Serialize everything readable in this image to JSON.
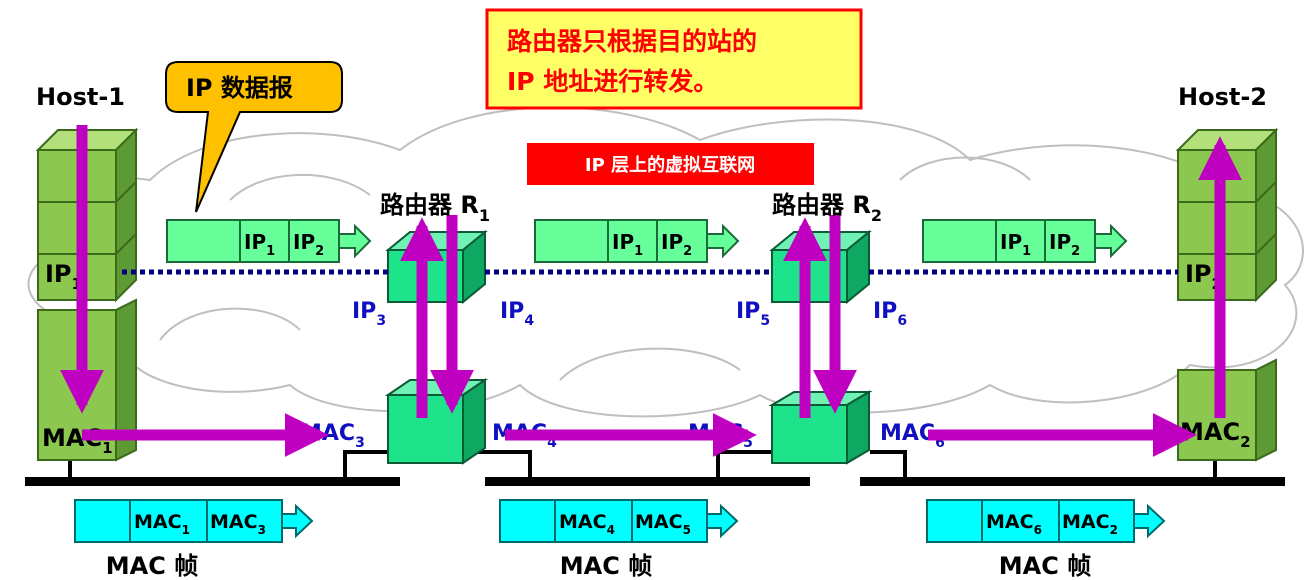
{
  "hosts": {
    "host1": "Host-1",
    "host2": "Host-2"
  },
  "callout": "IP 数据报",
  "note": {
    "line1": "路由器只根据目的站的",
    "line2": "IP 地址进行转发。"
  },
  "virtual_net": "IP 层上的虚拟互联网",
  "routers": {
    "r1": {
      "text": "路由器 R",
      "sub": "1"
    },
    "r2": {
      "text": "路由器 R",
      "sub": "2"
    }
  },
  "addr": {
    "ip1": {
      "base": "IP",
      "sub": "1"
    },
    "ip2": {
      "base": "IP",
      "sub": "2"
    },
    "ip3": {
      "base": "IP",
      "sub": "3"
    },
    "ip4": {
      "base": "IP",
      "sub": "4"
    },
    "ip5": {
      "base": "IP",
      "sub": "5"
    },
    "ip6": {
      "base": "IP",
      "sub": "6"
    },
    "mac1": {
      "base": "MAC",
      "sub": "1"
    },
    "mac2": {
      "base": "MAC",
      "sub": "2"
    },
    "mac3": {
      "base": "MAC",
      "sub": "3"
    },
    "mac4": {
      "base": "MAC",
      "sub": "4"
    },
    "mac5": {
      "base": "MAC",
      "sub": "5"
    },
    "mac6": {
      "base": "MAC",
      "sub": "6"
    }
  },
  "ip_packets": [
    {
      "src": {
        "base": "IP",
        "sub": "1"
      },
      "dst": {
        "base": "IP",
        "sub": "2"
      }
    },
    {
      "src": {
        "base": "IP",
        "sub": "1"
      },
      "dst": {
        "base": "IP",
        "sub": "2"
      }
    },
    {
      "src": {
        "base": "IP",
        "sub": "1"
      },
      "dst": {
        "base": "IP",
        "sub": "2"
      }
    }
  ],
  "mac_frames": [
    {
      "src": {
        "base": "MAC",
        "sub": "1"
      },
      "dst": {
        "base": "MAC",
        "sub": "3"
      },
      "label": "MAC 帧"
    },
    {
      "src": {
        "base": "MAC",
        "sub": "4"
      },
      "dst": {
        "base": "MAC",
        "sub": "5"
      },
      "label": "MAC 帧"
    },
    {
      "src": {
        "base": "MAC",
        "sub": "6"
      },
      "dst": {
        "base": "MAC",
        "sub": "2"
      },
      "label": "MAC 帧"
    }
  ],
  "colors": {
    "host": "#8cc850",
    "router": "#1ee38a",
    "ip_packet": "#66ff99",
    "mac_frame": "#00ffff",
    "arrow": "#c000c0",
    "dotted_link": "#000080",
    "callout": "#ffc000",
    "note_bg": "#ffff66",
    "note_border": "#ff0000",
    "virtual_net_bg": "#ff0000"
  }
}
